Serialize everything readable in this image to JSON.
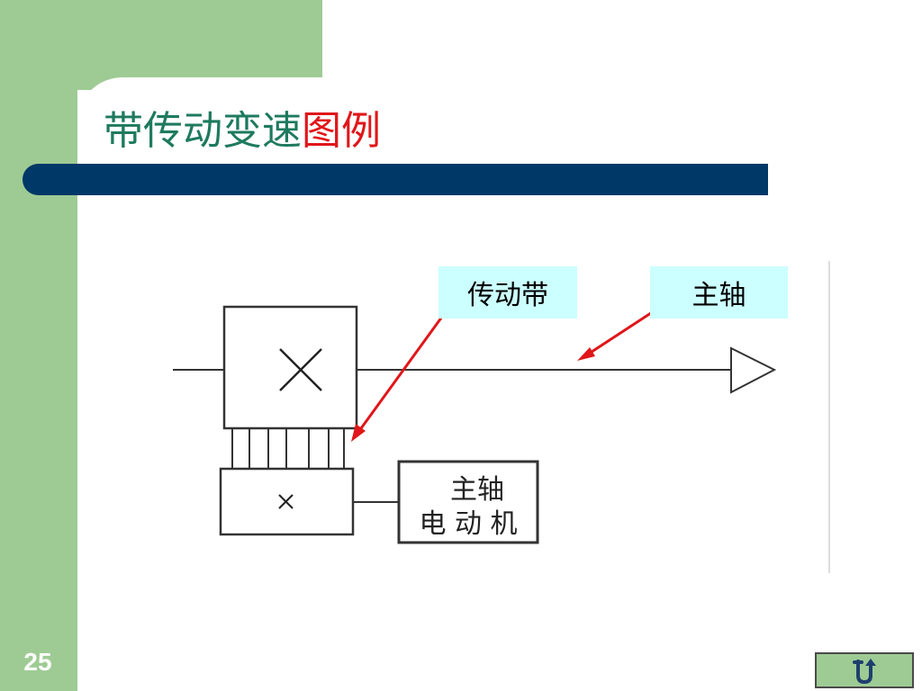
{
  "slide": {
    "title_part1": "带传动变速",
    "title_part2": "图例",
    "page_number": "25"
  },
  "labels": {
    "belt": "传动带",
    "spindle": "主轴"
  },
  "diagram": {
    "motor_box_line1": "主轴",
    "motor_box_line2": "电 动 机"
  },
  "colors": {
    "sidebar": "#9ecb94",
    "title_main": "#1e7a5e",
    "title_accent": "#e0161a",
    "title_bar": "#003868",
    "label_bg": "#ccffff",
    "arrow": "#e0161a"
  },
  "icons": {
    "return": "return-u-arrow-icon"
  }
}
